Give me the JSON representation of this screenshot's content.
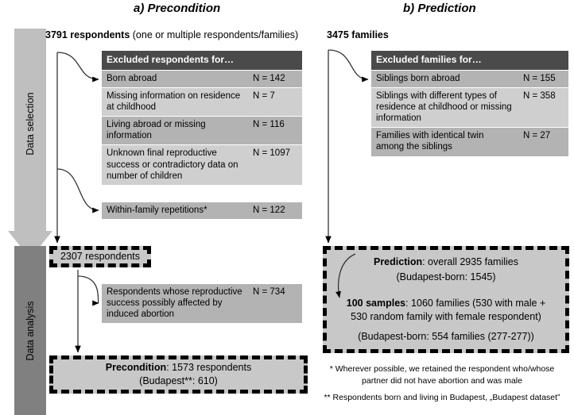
{
  "sections": {
    "a": {
      "title": "a) Precondition"
    },
    "b": {
      "title": "b) Prediction"
    }
  },
  "process_arrows": [
    {
      "label": "Data selection",
      "color": "#bfbfbf"
    },
    {
      "label": "Data analysis",
      "color": "#808080"
    }
  ],
  "precondition": {
    "top_count_bold": "3791 respondents",
    "top_count_rest": " (one or multiple respondents/families)",
    "exclusion_table": {
      "header": {
        "reason": "Excluded respondents for…",
        "count": ""
      },
      "rows": [
        {
          "reason": "Born abroad",
          "count": "N = 142"
        },
        {
          "reason": "Missing information on residence at childhood",
          "count": "N = 7"
        },
        {
          "reason": "Living abroad or missing information",
          "count": "N = 116"
        },
        {
          "reason": "Unknown final reproductive success or contradictory data on number of children",
          "count": "N = 1097"
        }
      ]
    },
    "repetition_row": {
      "reason": "Within-family repetitions*",
      "count": "N = 122"
    },
    "interim_box": "2307 respondents",
    "abortion_row": {
      "reason": "Respondents whose reproductive success possibly affected by induced abortion",
      "count": "N = 734"
    },
    "result_box": {
      "line1_bold": "Precondition",
      "line1_rest": ": 1573 respondents",
      "line2": "(Budapest**: 610)"
    }
  },
  "prediction": {
    "top_count_bold": "3475 families",
    "exclusion_table": {
      "header": {
        "reason": "Excluded families for…",
        "count": ""
      },
      "rows": [
        {
          "reason": "Siblings born abroad",
          "count": "N = 155"
        },
        {
          "reason": "Siblings with different types of residence at childhood or missing information",
          "count": "N = 358"
        },
        {
          "reason": "Families with identical twin among the siblings",
          "count": "N = 27"
        }
      ]
    },
    "result_box": {
      "line1_bold": "Prediction",
      "line1_rest": ": overall 2935 families",
      "line2": "(Budapest-born: 1545)",
      "line3_bold": "100 samples",
      "line3_rest": ": 1060 families (530 with male +",
      "line4": "530 random family with female respondent)",
      "line5": "(Budapest-born: 554 families (277-277))"
    }
  },
  "footnotes": {
    "one_line1": "* Wherever possible, we retained the respondent who/whose",
    "one_line2": "partner did not have abortion and was male",
    "two": "** Respondents born and living in Budapest, „Budapest dataset”"
  },
  "colors": {
    "header_fill": "#4a4a4a",
    "band_dark": "#b3b3b3",
    "band_light": "#cfcfcf",
    "dash_fill": "#c8c8c8",
    "arrow_light": "#bfbfbf",
    "arrow_dark": "#808080"
  }
}
